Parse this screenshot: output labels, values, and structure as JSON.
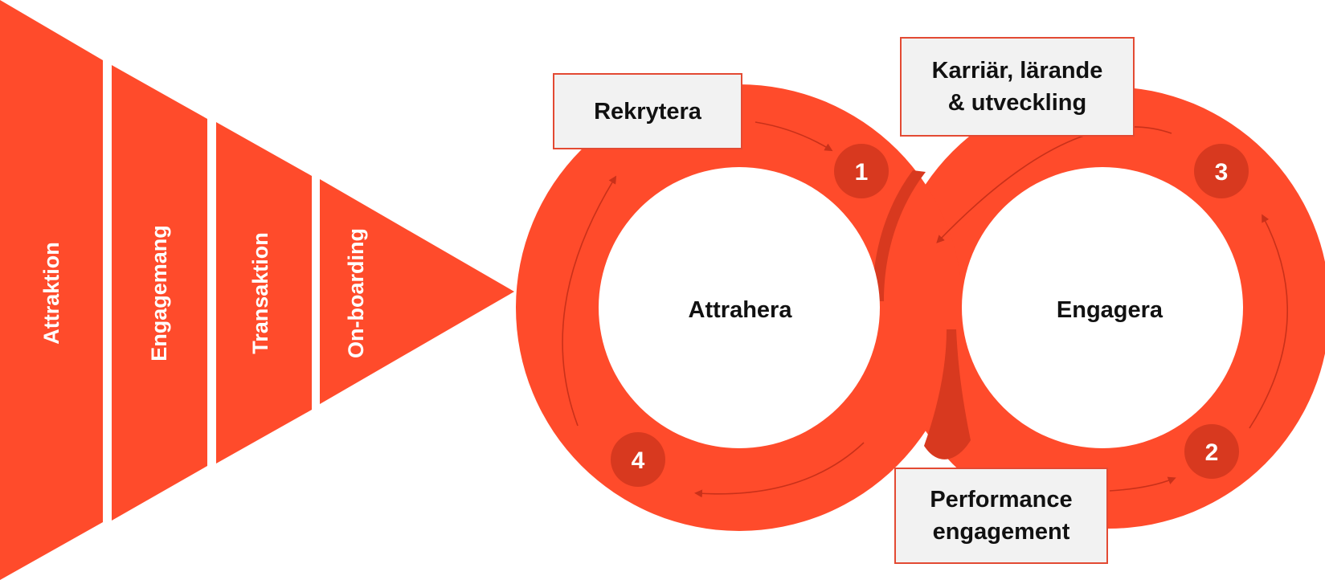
{
  "funnel": {
    "color": "#ff4b2b",
    "stages": [
      "Attraktion",
      "Engagemang",
      "Transaktion",
      "On-boarding"
    ]
  },
  "cycles": {
    "ring_color": "#ff4b2b",
    "shadow_color": "#d8391f",
    "arrow_color": "#c9311a",
    "left": {
      "label": "Attrahera"
    },
    "right": {
      "label": "Engagera"
    }
  },
  "steps": [
    {
      "number": "1",
      "label": "Rekrytera"
    },
    {
      "number": "2",
      "label": "Performance engagement",
      "lines": [
        "Performance",
        "engagement"
      ]
    },
    {
      "number": "3",
      "label": "Karriär, lärande & utveckling",
      "lines": [
        "Karriär, lärande",
        "& utveckling"
      ]
    },
    {
      "number": "4"
    }
  ],
  "callout_style": {
    "background": "#f2f2f2",
    "border": "#e34a33"
  }
}
